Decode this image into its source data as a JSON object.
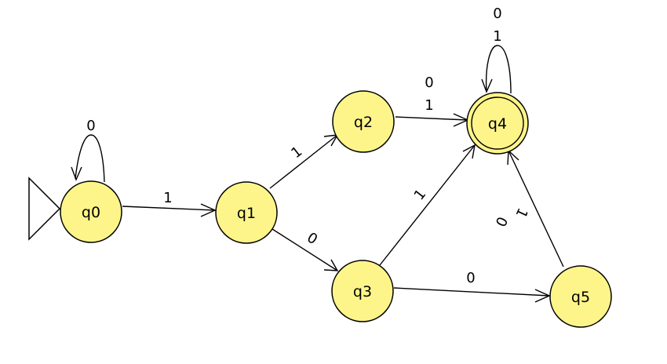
{
  "states": [
    {
      "id": "q0",
      "label": "q0",
      "initial": true,
      "final": false
    },
    {
      "id": "q1",
      "label": "q1",
      "initial": false,
      "final": false
    },
    {
      "id": "q2",
      "label": "q2",
      "initial": false,
      "final": false
    },
    {
      "id": "q3",
      "label": "q3",
      "initial": false,
      "final": false
    },
    {
      "id": "q4",
      "label": "q4",
      "initial": false,
      "final": true
    },
    {
      "id": "q5",
      "label": "q5",
      "initial": false,
      "final": false
    }
  ],
  "transitions": [
    {
      "from": "q0",
      "to": "q0",
      "labels": [
        "0"
      ]
    },
    {
      "from": "q0",
      "to": "q1",
      "labels": [
        "1"
      ]
    },
    {
      "from": "q1",
      "to": "q2",
      "labels": [
        "1"
      ]
    },
    {
      "from": "q1",
      "to": "q3",
      "labels": [
        "0"
      ]
    },
    {
      "from": "q2",
      "to": "q4",
      "labels": [
        "0",
        "1"
      ]
    },
    {
      "from": "q3",
      "to": "q4",
      "labels": [
        "1"
      ]
    },
    {
      "from": "q3",
      "to": "q5",
      "labels": [
        "0"
      ]
    },
    {
      "from": "q5",
      "to": "q4",
      "labels": [
        "1",
        "0"
      ]
    },
    {
      "from": "q4",
      "to": "q4",
      "labels": [
        "0",
        "1"
      ]
    }
  ],
  "colors": {
    "state_fill": "#fef58a",
    "stroke": "#000000"
  }
}
